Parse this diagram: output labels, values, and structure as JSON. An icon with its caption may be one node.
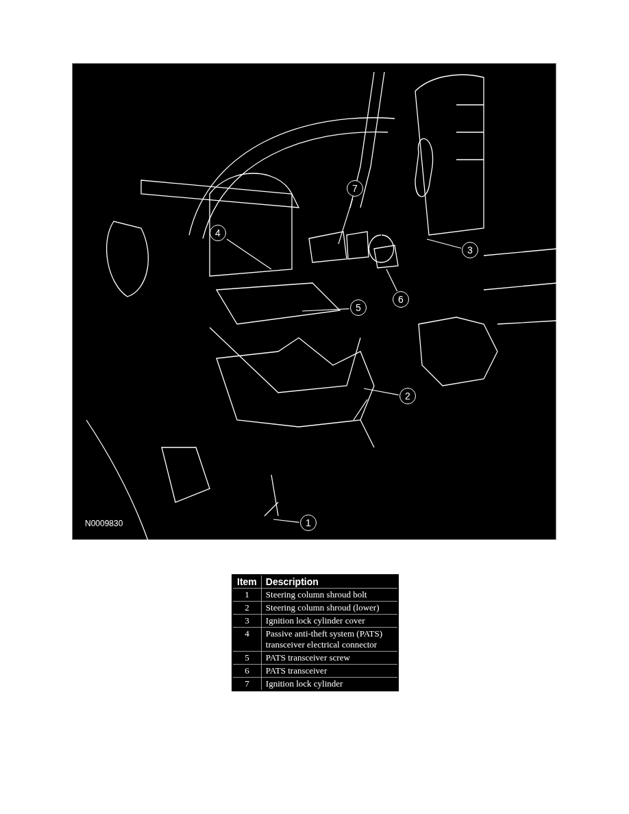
{
  "diagram": {
    "nodes": [
      {
        "text": [
          "7"
        ]
      },
      {
        "text": [
          "4"
        ]
      },
      {
        "text": [
          "3"
        ]
      },
      {
        "text": [
          "6"
        ]
      },
      {
        "text": [
          "5"
        ]
      },
      {
        "text": [
          "2"
        ]
      },
      {
        "text": [
          "1"
        ]
      }
    ],
    "edges": [
      {
        "from": 0,
        "to": null,
        "arrow": "none"
      },
      {
        "from": 1,
        "to": null,
        "arrow": "none"
      },
      {
        "from": 2,
        "to": null,
        "arrow": "none"
      },
      {
        "from": 3,
        "to": null,
        "arrow": "none"
      },
      {
        "from": 4,
        "to": null,
        "arrow": "none"
      },
      {
        "from": 5,
        "to": null,
        "arrow": "none"
      },
      {
        "from": 6,
        "to": null,
        "arrow": "none"
      }
    ],
    "labels": [
      "N0009830",
      "Item",
      "Description",
      "1",
      "Steering column shroud bolt",
      "2",
      "Steering column shroud (lower)",
      "3",
      "Ignition lock cylinder cover",
      "4",
      "Passive anti-theft system (PATS) transceiver electrical connector",
      "5",
      "PATS transceiver screw",
      "6",
      "PATS transceiver",
      "7",
      "Ignition lock cylinder"
    ]
  }
}
